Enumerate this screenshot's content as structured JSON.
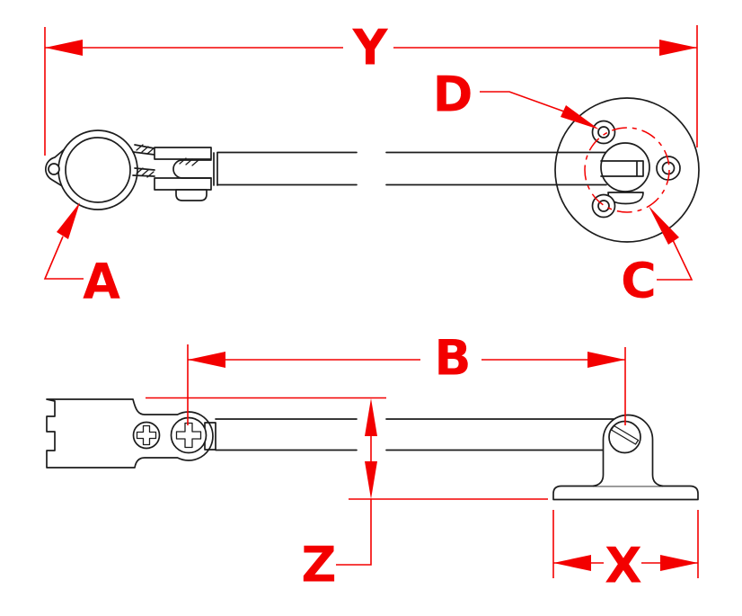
{
  "drawing": {
    "labels": {
      "dim_y": "Y",
      "dim_b": "B",
      "dim_x": "X",
      "dim_z": "Z",
      "callout_a": "A",
      "callout_c": "C",
      "callout_d": "D"
    },
    "colors": {
      "dimension_red": "#f30000",
      "outline_black": "#1c1c1c",
      "background": "#ffffff"
    }
  }
}
